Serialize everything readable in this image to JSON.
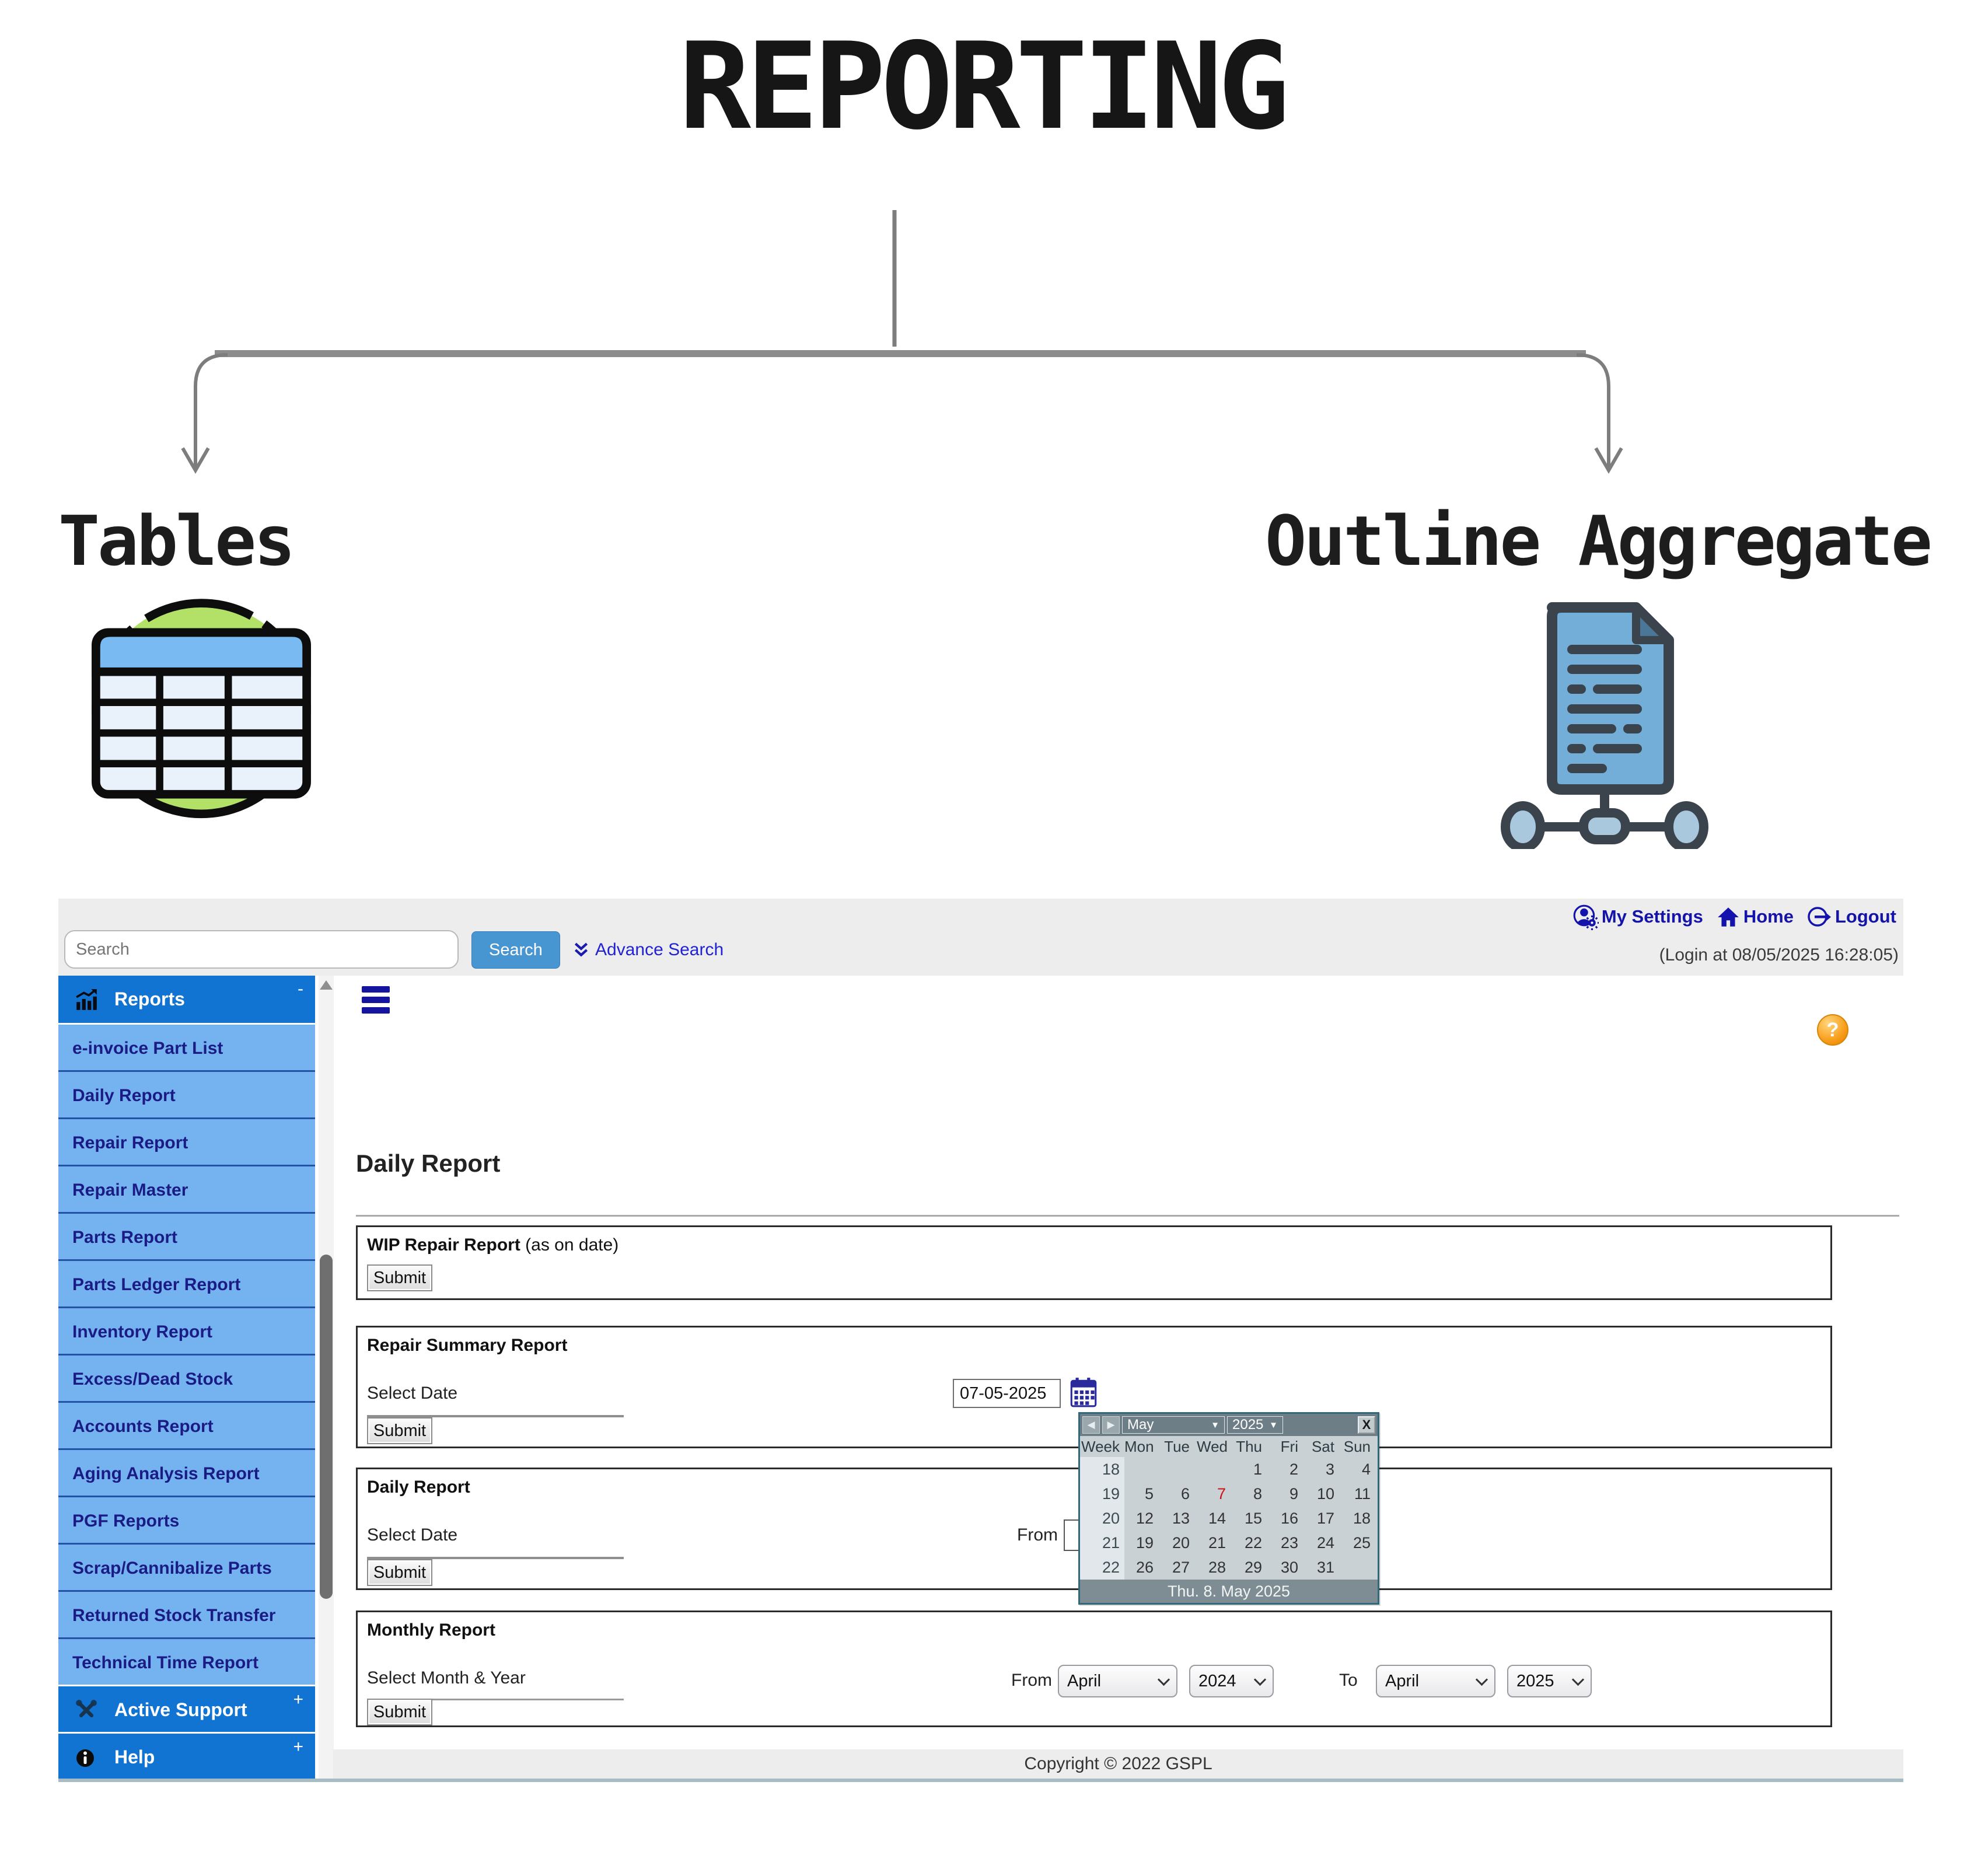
{
  "diagram": {
    "title": "REPORTING",
    "left_label": "Tables",
    "right_label": "Outline Aggregate"
  },
  "topbar": {
    "my_settings": "My Settings",
    "home": "Home",
    "logout": "Logout",
    "login_info": "(Login at 08/05/2025 16:28:05)"
  },
  "search": {
    "placeholder": "Search",
    "button": "Search",
    "advance": "Advance Search"
  },
  "sidebar": {
    "reports_header": "Reports",
    "collapse_symbol": "-",
    "expand_symbol": "+",
    "items": [
      "e-invoice Part List",
      "Daily Report",
      "Repair Report",
      "Repair Master",
      "Parts Report",
      "Parts Ledger Report",
      "Inventory Report",
      "Excess/Dead Stock",
      "Accounts Report",
      "Aging Analysis Report",
      "PGF Reports",
      "Scrap/Cannibalize Parts",
      "Returned Stock Transfer",
      "Technical Time Report"
    ],
    "active_support": "Active Support",
    "help": "Help"
  },
  "main": {
    "page_title": "Daily Report",
    "sections": {
      "wip": {
        "title": "WIP Repair Report",
        "subtitle": "(as on date)",
        "submit": "Submit"
      },
      "summary": {
        "title": "Repair Summary Report",
        "label": "Select Date",
        "date_value": "07-05-2025",
        "submit": "Submit"
      },
      "daily": {
        "title": "Daily Report",
        "label": "Select Date",
        "from_label": "From",
        "submit": "Submit"
      },
      "monthly": {
        "title": "Monthly Report",
        "label": "Select Month & Year",
        "from_label": "From",
        "to_label": "To",
        "from_month": "April",
        "from_year": "2024",
        "to_month": "April",
        "to_year": "2025",
        "submit": "Submit"
      }
    }
  },
  "calendar": {
    "month": "May",
    "year": "2025",
    "nav_prev": "◀",
    "nav_next": "▶",
    "dropdown_arrow": "▼",
    "close": "X",
    "day_headers": [
      "Week",
      "Mon",
      "Tue",
      "Wed",
      "Thu",
      "Fri",
      "Sat",
      "Sun"
    ],
    "grid": [
      [
        "18",
        "",
        "",
        "",
        "1",
        "2",
        "3",
        "4"
      ],
      [
        "19",
        "5",
        "6",
        "7",
        "8",
        "9",
        "10",
        "11"
      ],
      [
        "20",
        "12",
        "13",
        "14",
        "15",
        "16",
        "17",
        "18"
      ],
      [
        "21",
        "19",
        "20",
        "21",
        "22",
        "23",
        "24",
        "25"
      ],
      [
        "22",
        "26",
        "27",
        "28",
        "29",
        "30",
        "31",
        ""
      ]
    ],
    "footer_text": "Thu. 8. May 2025"
  },
  "footer": {
    "copyright": "Copyright © 2022 GSPL"
  }
}
